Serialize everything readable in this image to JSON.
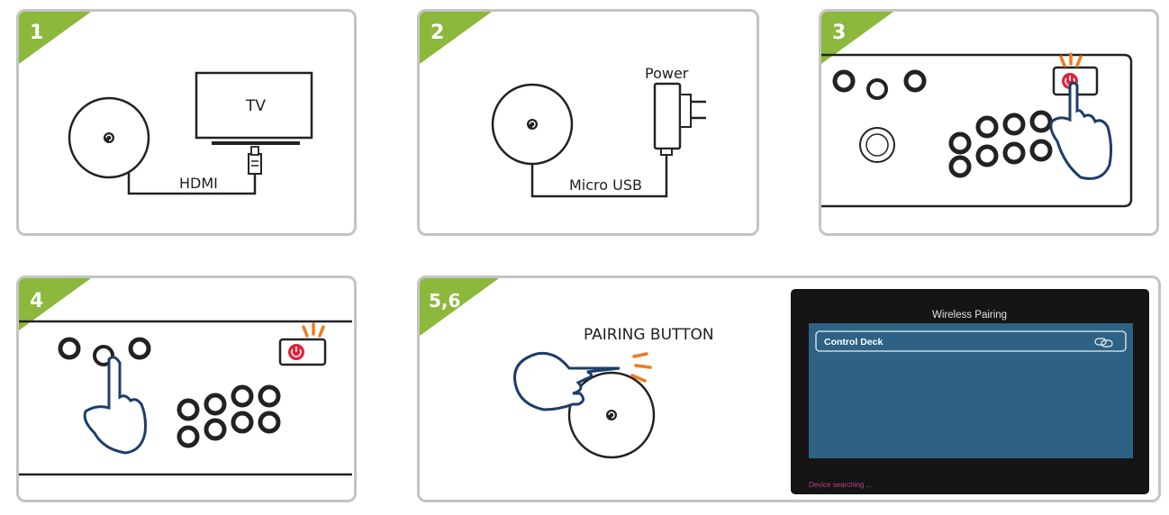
{
  "colors": {
    "badge_green": "#8cb83c",
    "outline": "#222222",
    "hand_outline": "#1d3d6a",
    "power_red": "#e0233a",
    "flash_orange": "#f07a1c",
    "screen_panel": "#2d6284",
    "screen_bg": "#151515",
    "status_magenta": "#c43c8c"
  },
  "steps": [
    {
      "badge": "1",
      "labels": {
        "tv": "TV",
        "cable": "HDMI"
      }
    },
    {
      "badge": "2",
      "labels": {
        "power": "Power",
        "cable": "Micro USB"
      }
    },
    {
      "badge": "3"
    },
    {
      "badge": "4"
    },
    {
      "badge": "5,6",
      "labels": {
        "pairing": "PAIRING BUTTON"
      }
    }
  ],
  "screen": {
    "title": "Wireless Pairing",
    "items": [
      {
        "name": "Control Deck",
        "icon": "link-icon"
      }
    ],
    "status": "Device searching ..."
  },
  "icons": [
    "swirl-logo-icon",
    "power-icon",
    "pointing-hand-icon",
    "pointing-finger-hand-icon",
    "tv-icon",
    "power-adapter-icon",
    "hdmi-plug-icon",
    "link-icon"
  ]
}
